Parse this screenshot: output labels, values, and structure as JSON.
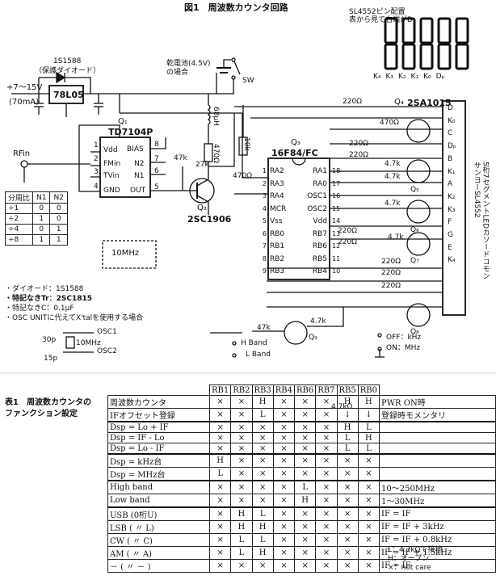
{
  "figure_title": "図1　周波数カウンタ回路",
  "display_note": "SL4552ピン配置\n表から見て右端がD",
  "display_pins": [
    "K₄",
    "K₃",
    "K₂",
    "K₁",
    "K₀",
    "Dₚ"
  ],
  "power": {
    "diode_label": "1S1588",
    "diode_sub": "（保護ダイオード）",
    "input_label": "+7～15V",
    "current": "(70mA)",
    "regulator": "78L05",
    "battery_label": "乾電池(4.5V)\nの場合",
    "switch": "SW"
  },
  "q1": {
    "ref": "Q₁",
    "part": "TD7104P",
    "pins_left": [
      "Vdd",
      "FMin",
      "TVin",
      "GND"
    ],
    "pins_right": [
      "BIAS",
      "N2",
      "N1",
      "OUT"
    ],
    "pin_nums_left": [
      "1",
      "2",
      "3",
      "4"
    ],
    "pin_nums_right": [
      "8",
      "7",
      "6",
      "5"
    ]
  },
  "q2": {
    "ref": "Q₂",
    "part": "2SC1906"
  },
  "q3": {
    "ref": "Q₃",
    "part": "16F84/FC",
    "left": [
      "RA2",
      "RA3",
      "RA4",
      "MCR",
      "Vss",
      "RB0",
      "RB1",
      "RB2",
      "RB3"
    ],
    "right": [
      "RA1",
      "RA0",
      "OSC1",
      "OSC2",
      "Vdd",
      "RB7",
      "RB6",
      "RB5",
      "RB4"
    ],
    "left_nums": [
      "1",
      "2",
      "3",
      "4",
      "5",
      "6",
      "7",
      "8",
      "9"
    ],
    "right_nums": [
      "18",
      "17",
      "16",
      "15",
      "14",
      "13",
      "12",
      "11",
      "10"
    ]
  },
  "q4": {
    "ref": "Q₄",
    "part": "2SA1015"
  },
  "transistors": [
    "Q₅",
    "Q₆",
    "Q₇",
    "Q₈",
    "Q₉"
  ],
  "resistors": [
    "220Ω",
    "470Ω",
    "220Ω",
    "220Ω",
    "4.7k",
    "4.7k",
    "4.7k",
    "4.7k",
    "220Ω",
    "220Ω",
    "220Ω",
    "220Ω",
    "220Ω",
    "470Ω",
    "10k",
    "47k",
    "27k",
    "470Ω",
    "68μH",
    "47k",
    "4.7k"
  ],
  "rf_label": "RFin",
  "crystal": "10MHz",
  "display_side": "5桁7セグメントLEDカソードコモン\nサンヨーSL4552",
  "segments": [
    "D",
    "K₀",
    "C",
    "Dₚ",
    "B",
    "K₁",
    "A",
    "K₂",
    "K₃",
    "F",
    "G",
    "E",
    "K₄"
  ],
  "divider": {
    "header": [
      "分周比",
      "N1",
      "N2"
    ],
    "rows": [
      [
        "÷1",
        "0",
        "0"
      ],
      [
        "÷2",
        "1",
        "0"
      ],
      [
        "÷4",
        "0",
        "1"
      ],
      [
        "÷8",
        "1",
        "1"
      ]
    ]
  },
  "notes": [
    "・ダイオード：1S1588",
    "・特記なきTr：2SC1815",
    "・特記なきC：0.1μF",
    "・OSC UNITに代えてX'talを使用する場合"
  ],
  "xtal_alt": {
    "c1": "30p",
    "c2": "15p",
    "x": "10MHz",
    "o1": "OSC1",
    "o2": "OSC2"
  },
  "khz_switch": {
    "off": "OFF：kHz",
    "on": "ON：MHz"
  },
  "band_switch": {
    "h": "H Band",
    "l": "L Band"
  },
  "table_title": "表1　周波数カウンタの\nファンクション設定",
  "table": {
    "headers": [
      "RB1",
      "RB2",
      "RB3",
      "RB4",
      "RB6",
      "RB7",
      "RB5",
      "RB0"
    ],
    "pull": "4.7kΩ",
    "groups": [
      {
        "rows": [
          {
            "label": "周波数カウンタ",
            "cells": [
              "×",
              "×",
              "H",
              "×",
              "×",
              "×",
              "H",
              "H"
            ],
            "remark": "PWR ON時"
          },
          {
            "label": "IFオフセット登録",
            "cells": [
              "×",
              "×",
              "L",
              "×",
              "×",
              "×",
              "↓",
              "↓"
            ],
            "remark": "登録時モメンタリ"
          }
        ]
      },
      {
        "rows": [
          {
            "label": "Dsp = Lo + IF",
            "cells": [
              "×",
              "×",
              "×",
              "×",
              "×",
              "×",
              "H",
              "L"
            ],
            "remark": ""
          },
          {
            "label": "Dsp = IF - Lo",
            "cells": [
              "×",
              "×",
              "×",
              "×",
              "×",
              "×",
              "L",
              "H"
            ],
            "remark": ""
          },
          {
            "label": "Dsp = Lo - IF",
            "cells": [
              "×",
              "×",
              "×",
              "×",
              "×",
              "×",
              "L",
              "L"
            ],
            "remark": ""
          }
        ]
      },
      {
        "rows": [
          {
            "label": "Dsp = kHz台",
            "cells": [
              "H",
              "×",
              "×",
              "×",
              "×",
              "×",
              "×",
              "×"
            ],
            "remark": ""
          },
          {
            "label": "Dsp = MHz台",
            "cells": [
              "L",
              "×",
              "×",
              "×",
              "×",
              "×",
              "×",
              "×"
            ],
            "remark": ""
          }
        ]
      },
      {
        "rows": [
          {
            "label": "High band",
            "cells": [
              "×",
              "×",
              "×",
              "×",
              "L",
              "×",
              "×",
              "×"
            ],
            "remark": "10～250MHz"
          },
          {
            "label": "Low band",
            "cells": [
              "×",
              "×",
              "×",
              "×",
              "H",
              "×",
              "×",
              "×"
            ],
            "remark": "1～30MHz"
          }
        ]
      },
      {
        "rows": [
          {
            "label": "USB (0桁U)",
            "cells": [
              "×",
              "H",
              "L",
              "×",
              "×",
              "×",
              "×",
              "×"
            ],
            "remark": "IF = IF"
          },
          {
            "label": "LSB ( 〃 L)",
            "cells": [
              "×",
              "H",
              "H",
              "×",
              "×",
              "×",
              "×",
              "×"
            ],
            "remark": "IF = IF + 3kHz"
          },
          {
            "label": "CW  ( 〃 C)",
            "cells": [
              "×",
              "L",
              "L",
              "×",
              "×",
              "×",
              "×",
              "×"
            ],
            "remark": "IF = IF + 0.8kHz"
          },
          {
            "label": "AM  ( 〃 A)",
            "cells": [
              "×",
              "L",
              "H",
              "×",
              "×",
              "×",
              "×",
              "×"
            ],
            "remark": "IF = IF + 1.5kHz"
          },
          {
            "label": "－  ( 〃 － )",
            "cells": [
              "×",
              "×",
              "×",
              "×",
              "×",
              "×",
              "×",
              "×"
            ],
            "remark": "IF = IF"
          }
        ]
      }
    ],
    "legend": [
      "L：4.7kΩで接地",
      "H：オープン",
      "×：not care"
    ]
  }
}
